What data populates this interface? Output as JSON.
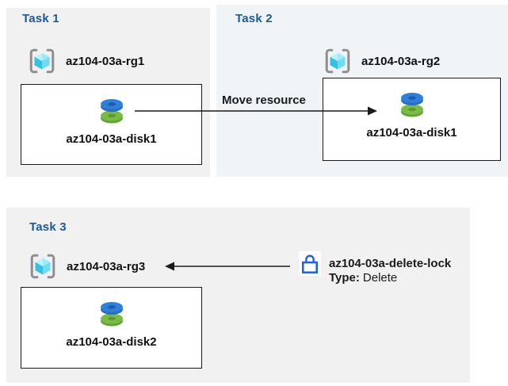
{
  "colors": {
    "panel-gray": "#f1f1f1",
    "panel-blue": "#f1f4f7",
    "heading-blue": "#1a5a9a",
    "ink": "#1a1a1a",
    "disk-blue": "#2f7fd9",
    "disk-blue-dark": "#1d5cb0",
    "disk-green": "#7aba47",
    "disk-green-dark": "#5a9a2f",
    "lock-blue": "#2563d9",
    "bracket-gray": "#8f8f8f"
  },
  "panels": {
    "task1": {
      "title": "Task 1",
      "resource_group": "az104-03a-rg1",
      "disk": "az104-03a-disk1"
    },
    "task2": {
      "title": "Task 2",
      "resource_group": "az104-03a-rg2",
      "disk": "az104-03a-disk1"
    },
    "task3": {
      "title": "Task 3",
      "resource_group": "az104-03a-rg3",
      "disk": "az104-03a-disk2"
    }
  },
  "annotations": {
    "move_label": "Move resource",
    "lock": {
      "name": "az104-03a-delete-lock",
      "type_label": "Type:",
      "type_value": "Delete"
    }
  }
}
